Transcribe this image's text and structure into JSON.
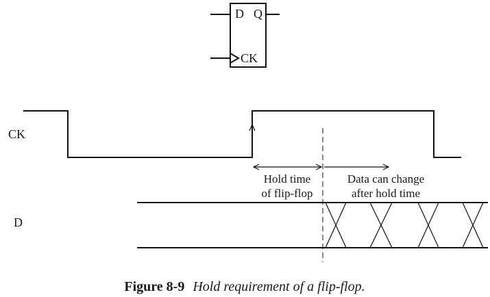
{
  "flipflop": {
    "d_label": "D",
    "q_label": "Q",
    "ck_label": "CK"
  },
  "signals": {
    "ck_label": "CK",
    "d_label": "D"
  },
  "annotations": {
    "hold_time_line1": "Hold time",
    "hold_time_line2": "of flip-flop",
    "data_change_line1": "Data can change",
    "data_change_line2": "after hold time"
  },
  "caption": {
    "number": "Figure 8-9",
    "text": "Hold requirement of a flip-flop."
  }
}
